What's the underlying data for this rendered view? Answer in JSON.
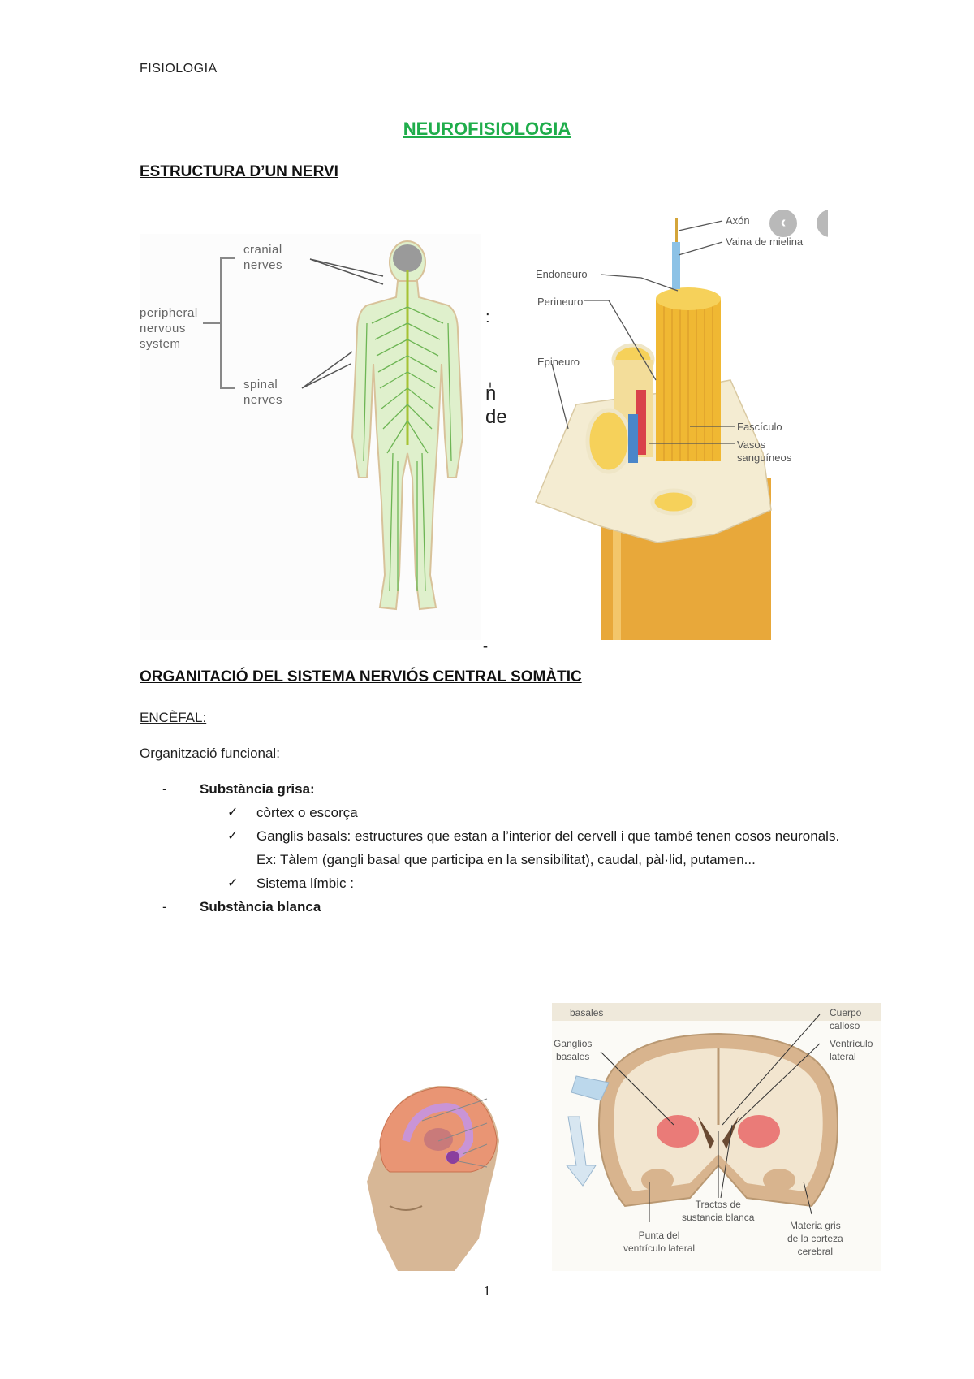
{
  "document": {
    "header": "FISIOLOGIA",
    "title": "NEUROFISIOLOGIA",
    "page_number": "1"
  },
  "section1": {
    "heading": "ESTRUCTURA D’UN NERVI",
    "figure_nervous_system": {
      "labels": {
        "cranial": [
          "cranial",
          "nerves"
        ],
        "peripheral": [
          "peripheral",
          "nervous",
          "system"
        ],
        "spinal": [
          "spinal",
          "nerves"
        ]
      }
    },
    "stray_text": {
      "colon": ":",
      "n": "ٰn",
      "de": "de",
      "dash": "-"
    },
    "figure_nerve_structure": {
      "labels": {
        "axon": "Axón",
        "myelin": "Vaina de mielina",
        "endoneuro": "Endoneuro",
        "perineuro": "Perineuro",
        "epineuro": "Epineuro",
        "fasciculo": "Fascículo",
        "vasos": [
          "Vasos",
          "sanguíneos"
        ]
      },
      "nav_prev": "‹"
    }
  },
  "section2": {
    "heading": "ORGANITACIÓ DEL SISTEMA NERVIÓS CENTRAL SOMÀTIC",
    "subheading": "ENCÈFAL:",
    "intro": "Organització funcional:",
    "list": [
      {
        "label": "Substància grisa:",
        "items": [
          "còrtex o escorça",
          "Ganglis basals: estructures que estan a l’interior del cervell i que també tenen cosos neuronals. Ex: Tàlem (gangli basal que participa en la sensibilitat), caudal, pàl·lid, putamen...",
          "Sistema límbic :"
        ]
      },
      {
        "label": "Substància blanca",
        "items": []
      }
    ],
    "bullet_dash": "-",
    "check_mark": "✓",
    "figure_brain_section": {
      "labels": {
        "top_basales": "basales",
        "ganglios": [
          "Ganglios",
          "basales"
        ],
        "cuerpo": [
          "Cuerpo",
          "calloso"
        ],
        "ventriculo": [
          "Ventrículo",
          "lateral"
        ],
        "tractos": [
          "Tractos de",
          "sustancia blanca"
        ],
        "punta": [
          "Punta del",
          "ventrículo lateral"
        ],
        "materia": [
          "Materia gris",
          "de la corteza",
          "cerebral"
        ]
      }
    }
  },
  "colors": {
    "title_green": "#1fad4b",
    "nerve_green": "#7fc36a",
    "nerve_yellow": "#e9b53c",
    "brain_tan": "#c9a77c",
    "brain_pink": "#e97a7a"
  }
}
